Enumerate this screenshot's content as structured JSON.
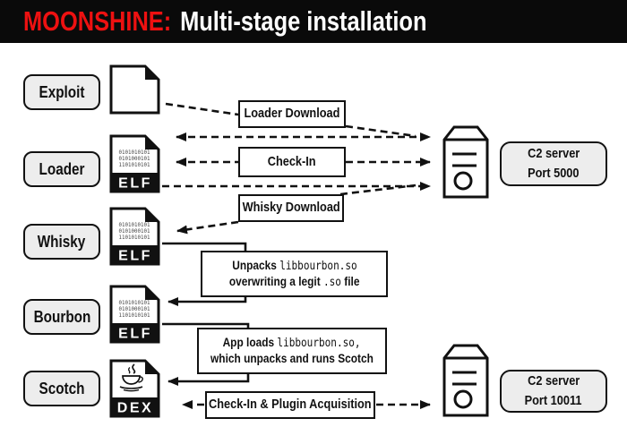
{
  "header": {
    "brand": "MOONSHINE:",
    "title": "Multi-stage installation"
  },
  "colors": {
    "banner_bg": "#0a0a0a",
    "brand_red": "#ee1111",
    "banner_text": "#ffffff",
    "ink": "#111111",
    "box_fill": "#ededed"
  },
  "stages": [
    {
      "label": "Exploit",
      "file_type": "blank-document",
      "file_badge": ""
    },
    {
      "label": "Loader",
      "file_type": "elf-binary",
      "file_badge": "ELF"
    },
    {
      "label": "Whisky",
      "file_type": "elf-binary",
      "file_badge": "ELF"
    },
    {
      "label": "Bourbon",
      "file_type": "elf-binary",
      "file_badge": "ELF"
    },
    {
      "label": "Scotch",
      "file_type": "dex-android",
      "file_badge": "DEX"
    }
  ],
  "file_icons": {
    "binary_lines": [
      "0101010101",
      "0101000101",
      "1101010101"
    ]
  },
  "icons": {
    "document": "document-icon",
    "server": "server-tower-icon",
    "java": "java-coffee-cup-icon"
  },
  "messages": {
    "loader_download": "Loader Download",
    "check_in": "Check-In",
    "whisky_download": "Whisky Download",
    "unpacks": {
      "line1_text": "Unpacks ",
      "line1_code": "libbourbon.so",
      "line2_pre": "overwriting a legit ",
      "line2_code": ".so",
      "line2_post": " file"
    },
    "app_loads": {
      "line1_text": "App loads ",
      "line1_code": "libbourbon.so,",
      "line2": "which unpacks and runs Scotch"
    },
    "checkin_plugin": "Check-In & Plugin Acquisition"
  },
  "servers": [
    {
      "name": "C2 server",
      "port": "Port 5000"
    },
    {
      "name": "C2 server",
      "port": "Port 10011"
    }
  ]
}
